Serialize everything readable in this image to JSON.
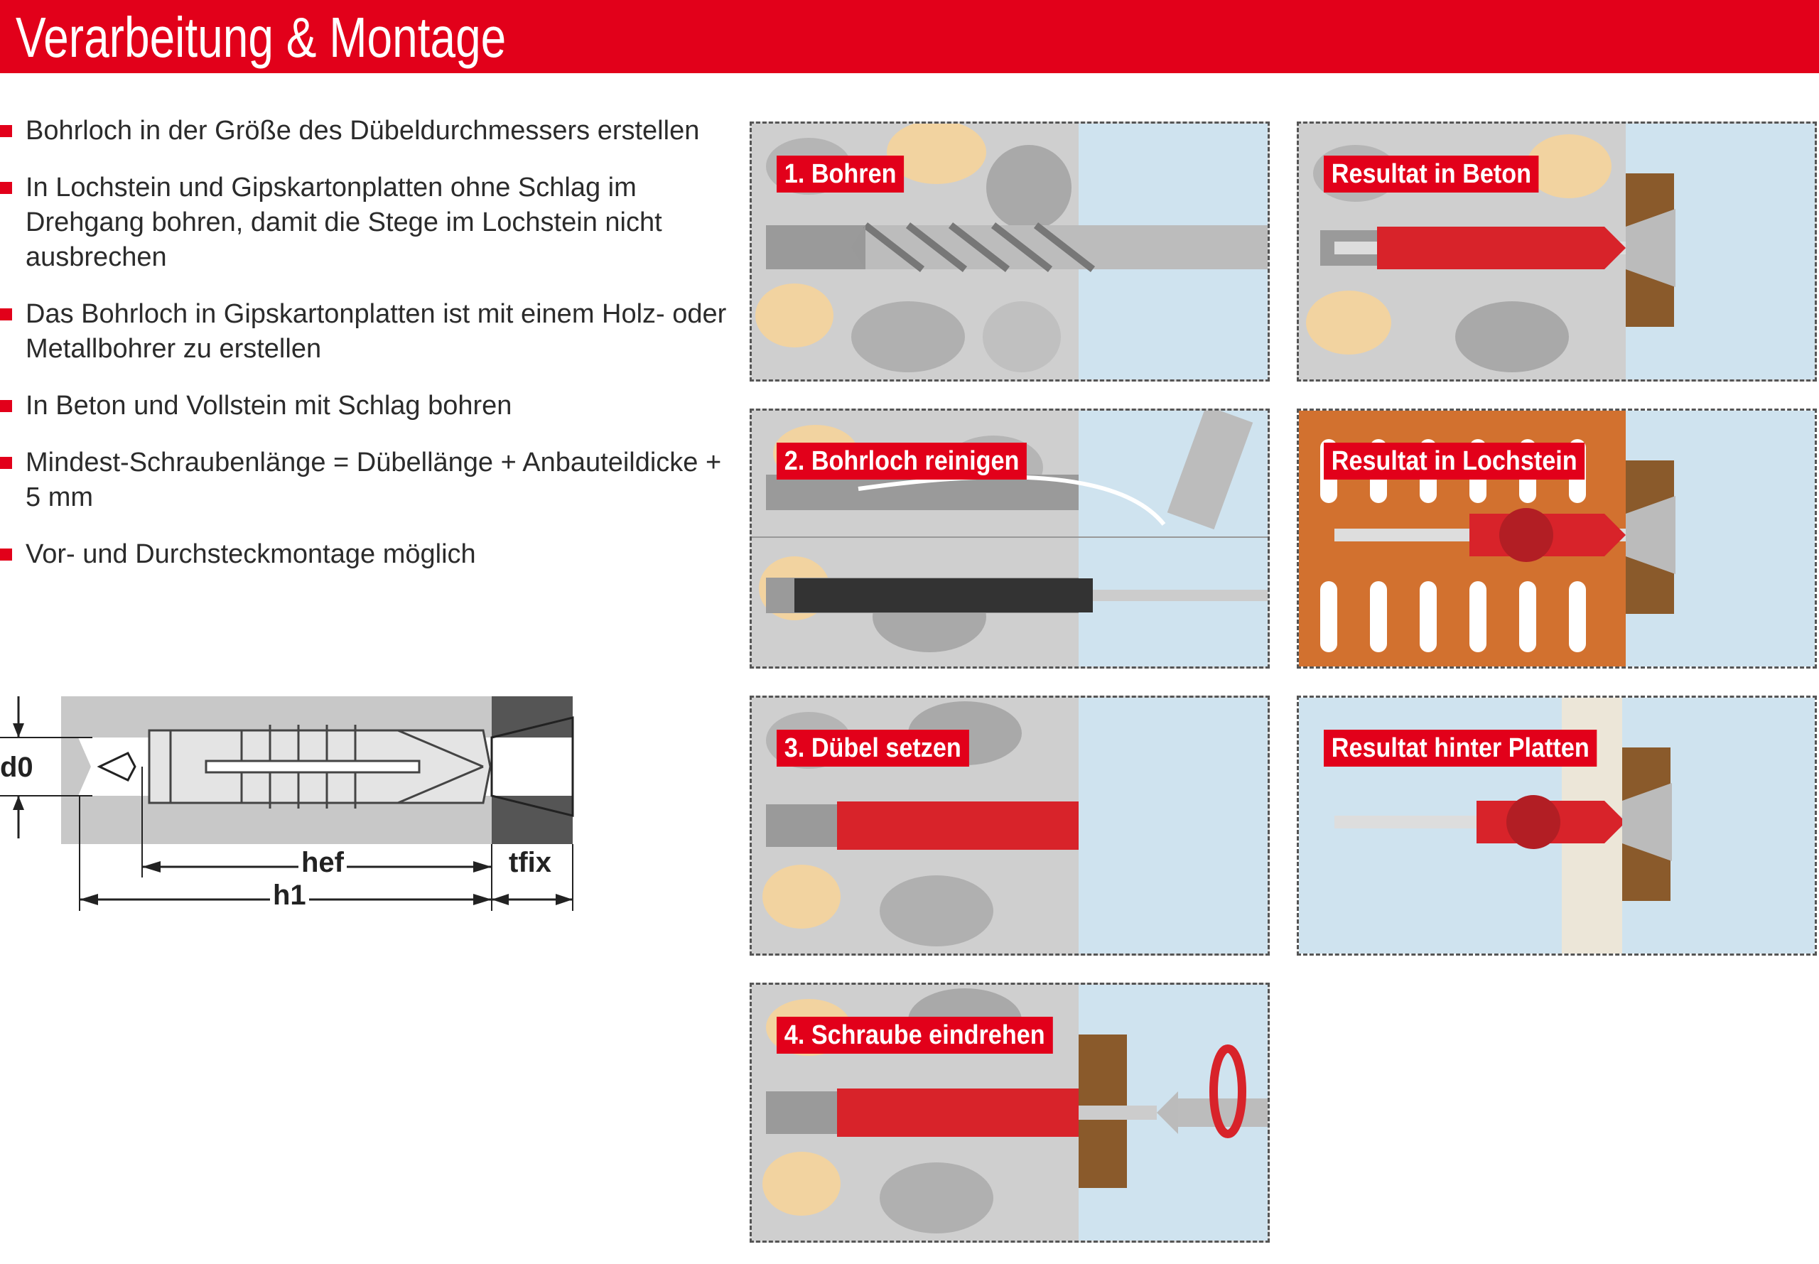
{
  "header": {
    "title": "Verarbeitung & Montage"
  },
  "bullets": [
    {
      "text": "Bohrloch in der Größe des Dübeldurchmessers erstellen"
    },
    {
      "text": "In Lochstein und Gipskartonplatten ohne Schlag im Drehgang bohren, damit die Stege im Lochstein nicht ausbrechen"
    },
    {
      "text": "Das Bohrloch in Gipskartonplatten ist mit einem Holz- oder Metallbohrer zu erstellen"
    },
    {
      "text": "In Beton und Vollstein mit Schlag bohren"
    },
    {
      "text": "Mindest-Schraubenlänge = Dübellänge + Anbauteildicke + 5 mm"
    },
    {
      "text": "Vor- und Durchsteckmontage möglich"
    }
  ],
  "diagram": {
    "d0": "d0",
    "hef": "hef",
    "h1": "h1",
    "tfix": "tfix"
  },
  "steps": [
    {
      "label": "1. Bohren"
    },
    {
      "label": "2. Bohrloch reinigen"
    },
    {
      "label": "3. Dübel setzen"
    },
    {
      "label": "4. Schraube eindrehen"
    }
  ],
  "results": [
    {
      "label": "Resultat in Beton"
    },
    {
      "label": "Resultat in Lochstein"
    },
    {
      "label": "Resultat hinter Platten"
    }
  ],
  "colors": {
    "brand_red": "#e2001a",
    "dowel_red": "#d8232a",
    "wood": "#8a5a2b",
    "brick": "#d2712f"
  }
}
